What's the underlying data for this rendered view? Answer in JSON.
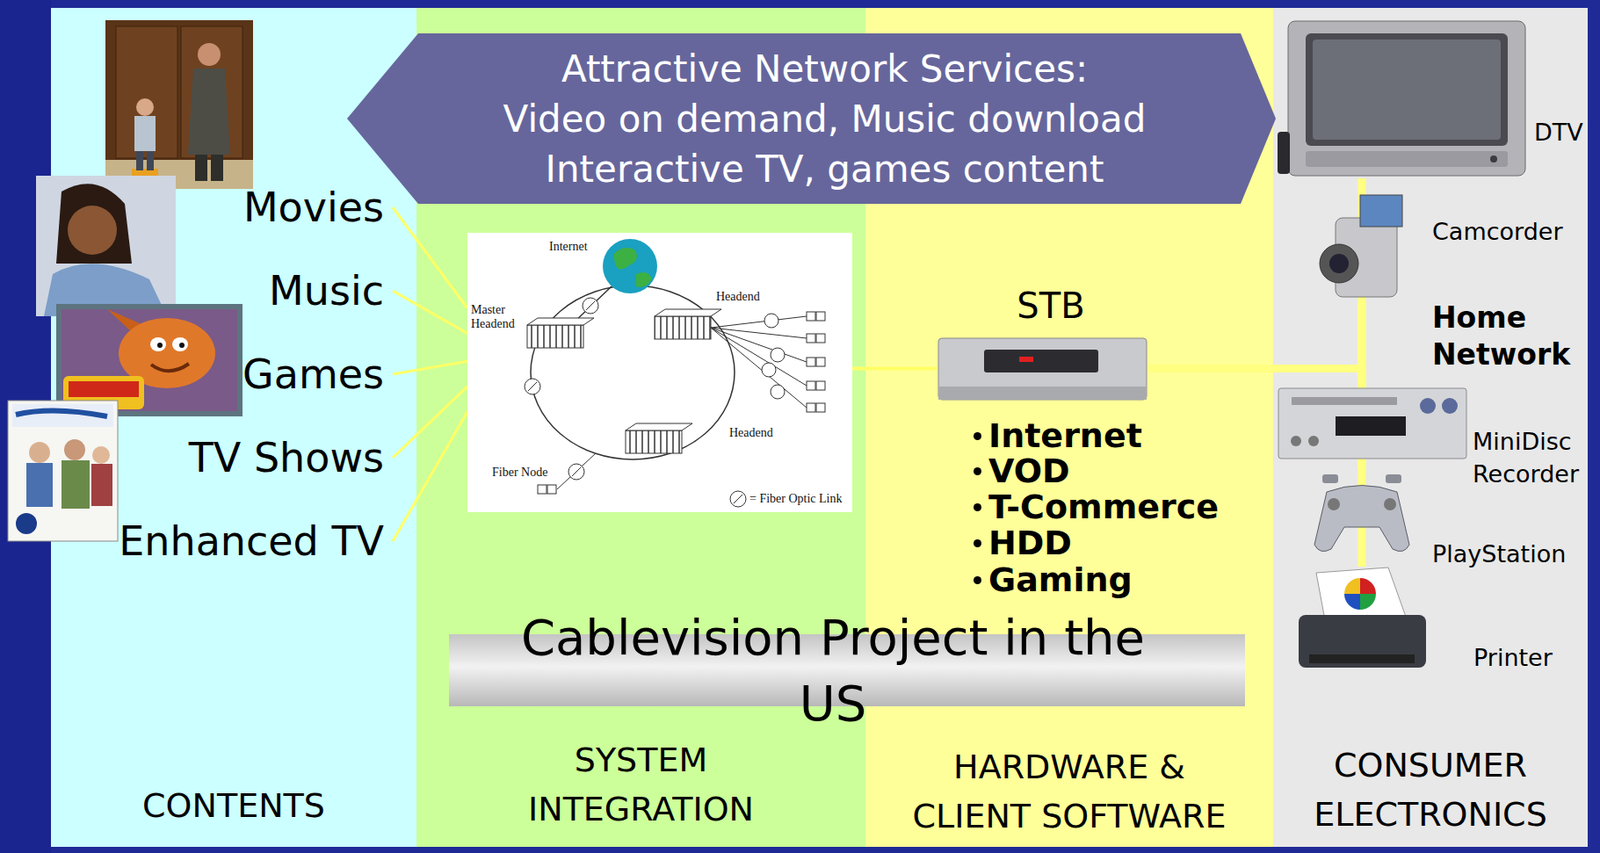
{
  "diagram": {
    "nodes": [
      {
        "text": [
          "Attractive Network Services:",
          "Video on demand, Music download",
          "Interactive TV, games content"
        ]
      },
      {
        "text": [
          "CONTENTS"
        ]
      },
      {
        "text": [
          "Movies"
        ],
        "in": 1
      },
      {
        "text": [
          "Music"
        ],
        "in": 1
      },
      {
        "text": [
          "Games"
        ],
        "in": 1
      },
      {
        "text": [
          "TV Shows"
        ],
        "in": 1
      },
      {
        "text": [
          "Enhanced TV"
        ],
        "in": 1
      },
      {
        "text": [
          "SYSTEM INTEGRATION"
        ]
      },
      {
        "text": [
          "Internet",
          "Master Headend",
          "Headend",
          "Headend",
          "Fiber Node",
          "= Fiber Optic Link"
        ],
        "in": 7
      },
      {
        "text": [
          "HARDWARE & CLIENT SOFTWARE"
        ]
      },
      {
        "text": [
          "STB",
          "Internet",
          "VOD",
          "T-Commerce",
          "HDD",
          "Gaming"
        ],
        "in": 9
      },
      {
        "text": [
          "CONSUMER ELECTRONICS"
        ]
      },
      {
        "text": [
          "DTV"
        ],
        "in": 11
      },
      {
        "text": [
          "Camcorder"
        ],
        "in": 11
      },
      {
        "text": [
          "MiniDisc Recorder"
        ],
        "in": 11
      },
      {
        "text": [
          "PlayStation"
        ],
        "in": 11
      },
      {
        "text": [
          "Printer"
        ],
        "in": 11
      }
    ],
    "edges": [
      {
        "from": 2,
        "to": 8,
        "arrow": "none"
      },
      {
        "from": 3,
        "to": 8,
        "arrow": "none"
      },
      {
        "from": 4,
        "to": 8,
        "arrow": "none"
      },
      {
        "from": 5,
        "to": 8,
        "arrow": "none"
      },
      {
        "from": 6,
        "to": 8,
        "arrow": "none"
      },
      {
        "from": 8,
        "to": 10,
        "arrow": "none"
      },
      {
        "from": 10,
        "to": 12,
        "arrow": "none"
      },
      {
        "from": 10,
        "to": 13,
        "arrow": "none"
      },
      {
        "from": 10,
        "to": 14,
        "arrow": "none"
      },
      {
        "from": 10,
        "to": 15,
        "arrow": "none"
      },
      {
        "from": 10,
        "to": 16,
        "arrow": "none"
      }
    ],
    "labels": [
      "Cablevision Project in the US",
      "Home Network"
    ]
  }
}
